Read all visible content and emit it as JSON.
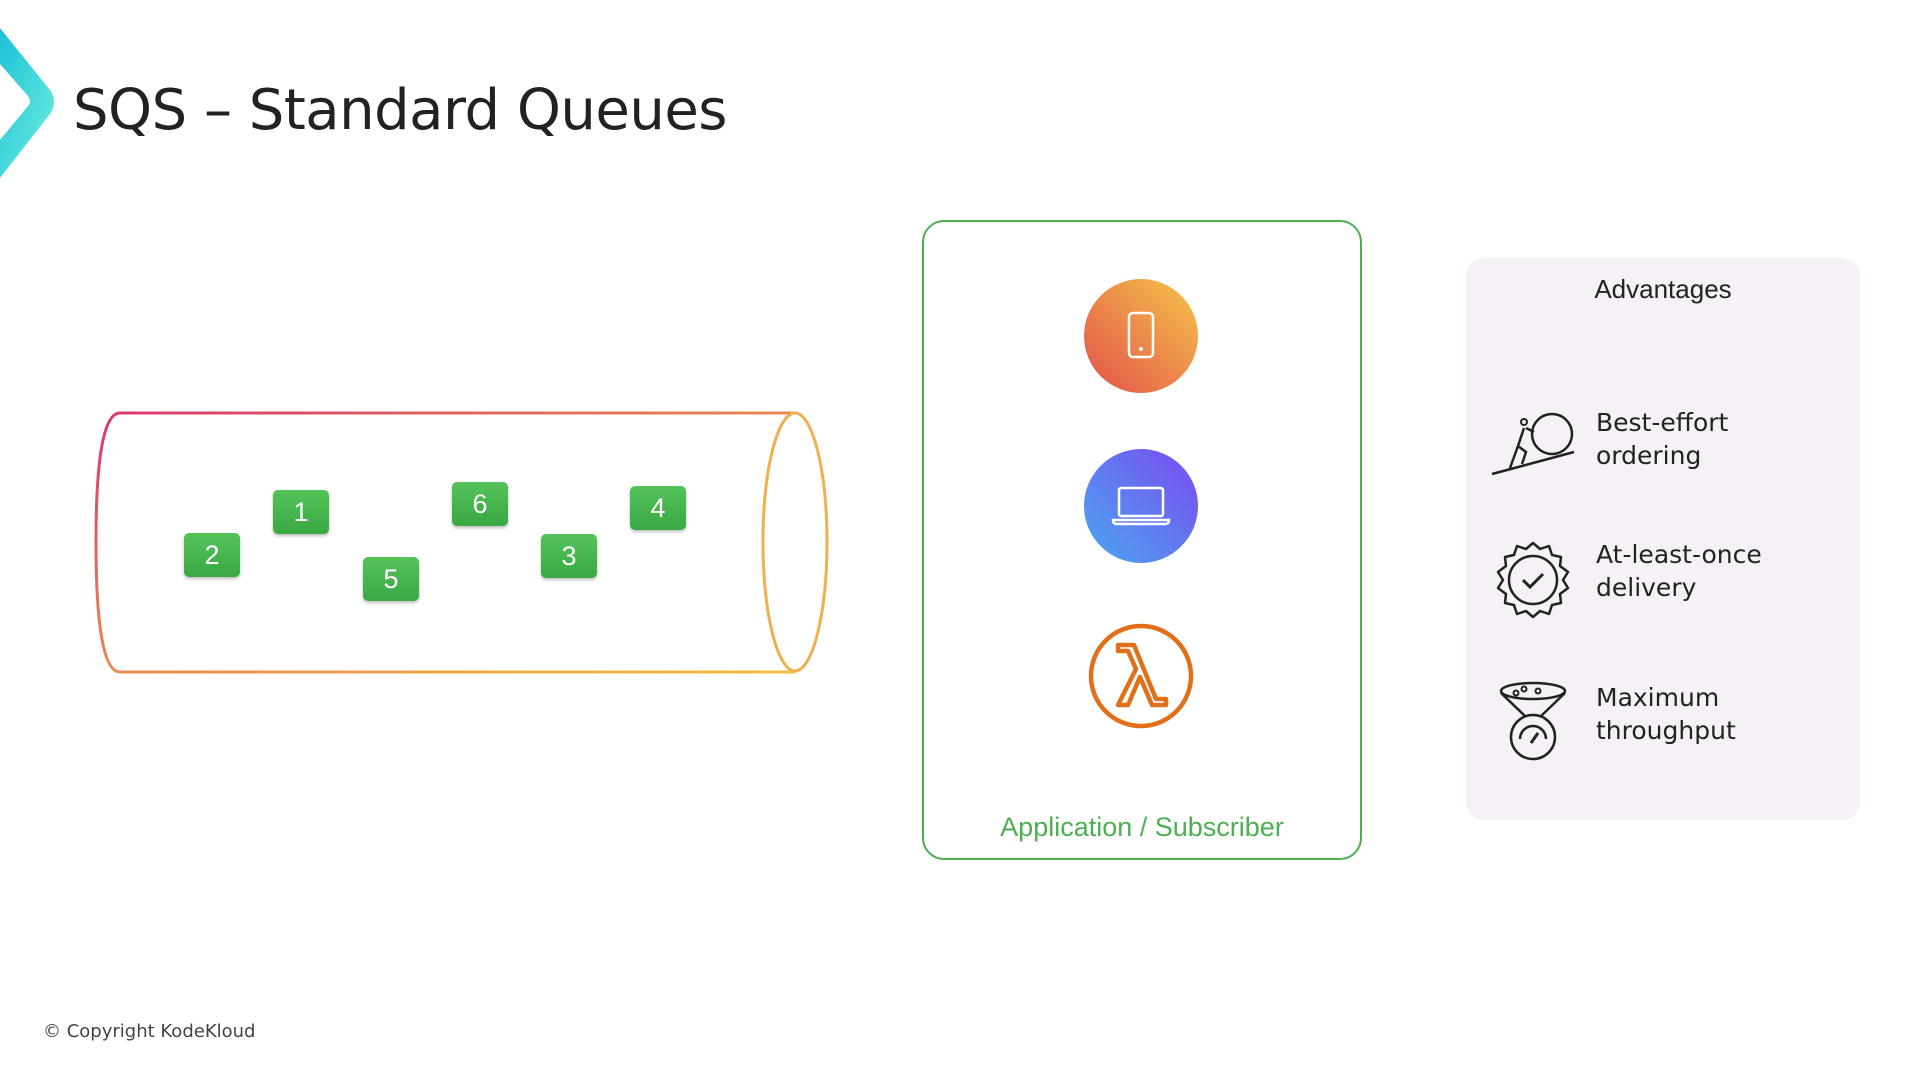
{
  "title": "SQS – Standard Queues",
  "queue": {
    "messages": [
      "1",
      "2",
      "5",
      "6",
      "3",
      "4"
    ]
  },
  "subscriber": {
    "icons": [
      "mobile-icon",
      "laptop-icon",
      "lambda-icon"
    ],
    "label": "Application / Subscriber",
    "accent": "#4caf50"
  },
  "advantages": {
    "title": "Advantages",
    "items": [
      {
        "icon": "sisyphus-icon",
        "line1": "Best-effort",
        "line2": "ordering"
      },
      {
        "icon": "badge-check-icon",
        "line1": "At-least-once",
        "line2": "delivery"
      },
      {
        "icon": "funnel-gauge-icon",
        "line1": "Maximum",
        "line2": "throughput"
      }
    ]
  },
  "footer": {
    "copyright": "© Copyright KodeKloud"
  }
}
